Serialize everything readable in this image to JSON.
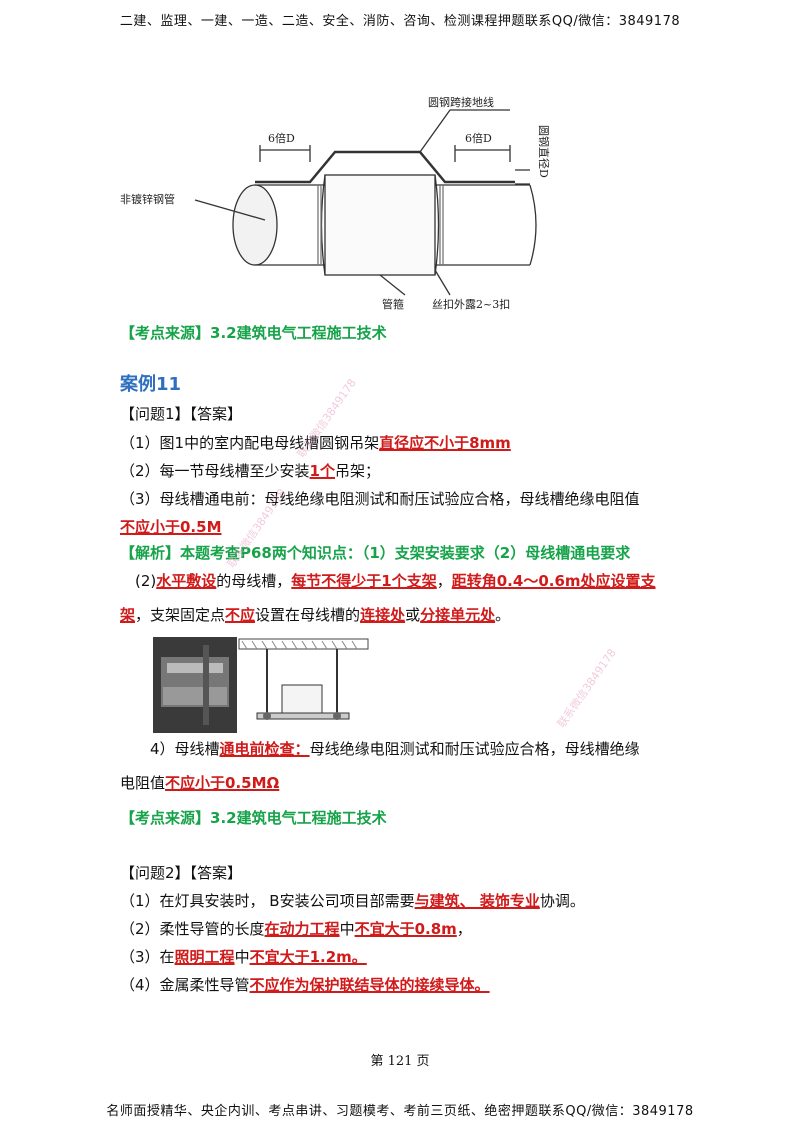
{
  "header": "二建、监理、一建、一造、二造、安全、消防、咨询、检测课程押题联系QQ/微信：3849178",
  "footer": "名师面授精华、央企内训、考点串讲、习题模考、考前三页纸、绝密押题联系QQ/微信：3849178",
  "page_number": "第 121 页",
  "figure_top": {
    "labels": [
      "圆钢跨接地线",
      "6倍D",
      "6倍D",
      "圆钢直径D",
      "非镀锌钢管",
      "管箍",
      "丝扣外露2~3扣"
    ]
  },
  "source1": "【考点来源】3.2建筑电气工程施工技术",
  "case_title": "案例11",
  "q1_header": "【问题1】【答案】",
  "q1": [
    {
      "pre": "（1）图1中的室内配电母线槽圆钢吊架",
      "red": "直径应不小于8mm",
      "post": ""
    },
    {
      "pre": "（2）每一节母线槽至少安装",
      "red": "1个",
      "post": "吊架；"
    },
    {
      "pre": "（3）母线槽通电前：母线绝缘电阻测试和耐压试验应合格，母线槽绝缘电阻值",
      "red": "",
      "post": ""
    },
    {
      "pre": "",
      "red": "不应小于0.5M",
      "post": ""
    }
  ],
  "analysis": "【解析】本题考查P68两个知识点：（1）支架安装要求（2）母线槽通电要求",
  "p2": {
    "a": "(2)",
    "b": "水平敷设",
    "c": "的母线槽，",
    "d": "每节不得少于1个支架",
    "e": "，",
    "f": "距转角0.4～0.6m处应设置支",
    "g": "架",
    "h": "，支架固定点",
    "i": "不应",
    "j": "设置在母线槽的",
    "k": "连接处",
    "l": "或",
    "m": "分接单元处",
    "n": "。"
  },
  "p4": {
    "a": "4）母线槽",
    "b": "通电前检查：",
    "c": "母线绝缘电阻测试和耐压试验应合格，母线槽绝缘",
    "d": "电阻值",
    "e": "不应小于0.5MΩ"
  },
  "source2": "【考点来源】3.2建筑电气工程施工技术",
  "q2_header": "【问题2】【答案】",
  "q2": [
    {
      "pre": "（1）在灯具安装时， B安装公司项目部需要",
      "red": "与建筑、 装饰专业",
      "post": "协调。"
    },
    {
      "pre": "（2）柔性导管的长度",
      "red": "在动力工程",
      "mid": "中",
      "red2": "不宜大于0.8m",
      "post": "，"
    },
    {
      "pre": "（3）在",
      "red": "照明工程",
      "mid": "中",
      "red2": "不宜大于1.2m。",
      "post": ""
    },
    {
      "pre": "（4）金属柔性导管",
      "red": "不应作为保护联结导体的接续导体。",
      "post": ""
    }
  ],
  "watermarks": [
    "联系微信3849178",
    "联系微信3849178",
    "联系微信3849178"
  ]
}
